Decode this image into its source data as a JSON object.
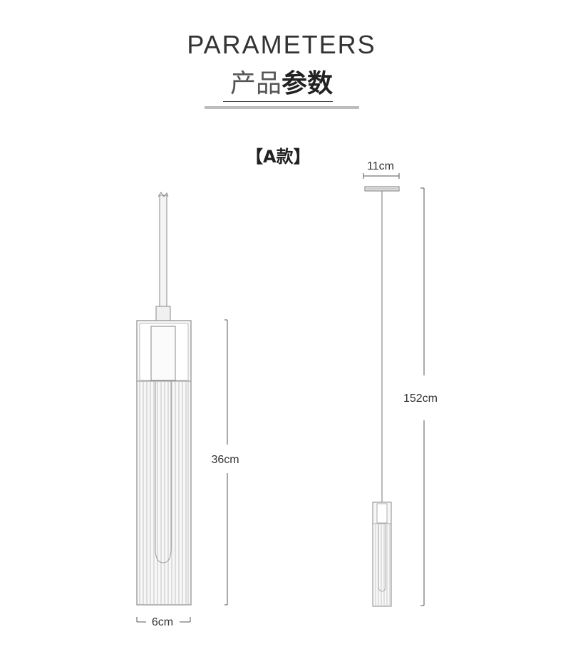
{
  "header": {
    "title_en": "PARAMETERS",
    "title_cn_light": "产品",
    "title_cn_bold": "参数"
  },
  "variant_label": "【A款】",
  "dimensions": {
    "canopy_width": "11cm",
    "total_height": "152cm",
    "shade_height": "36cm",
    "shade_width": "6cm"
  }
}
